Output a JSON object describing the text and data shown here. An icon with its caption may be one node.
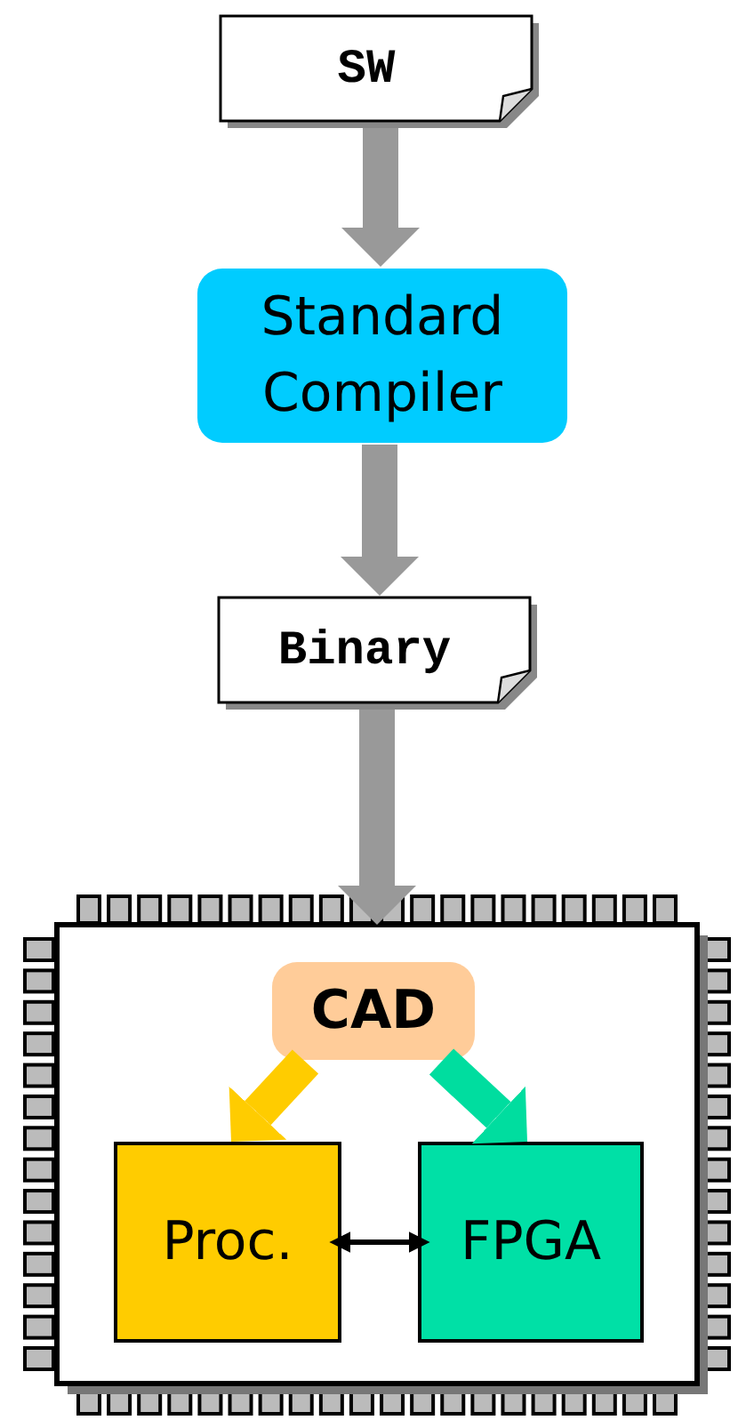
{
  "diagram": {
    "nodes": [
      {
        "text": [
          "SW"
        ]
      },
      {
        "text": [
          "Standard Compiler"
        ]
      },
      {
        "text": [
          "Binary"
        ]
      },
      {
        "text": [],
        "shape": "box"
      },
      {
        "text": [
          "CAD"
        ],
        "in": 3
      },
      {
        "text": [
          "Proc."
        ],
        "in": 3
      },
      {
        "text": [
          "FPGA"
        ],
        "in": 3
      }
    ],
    "edges": [
      {
        "from": 0,
        "to": 1,
        "arrow": "to"
      },
      {
        "from": 1,
        "to": 2,
        "arrow": "to"
      },
      {
        "from": 2,
        "to": 3,
        "arrow": "to"
      },
      {
        "from": 4,
        "to": 5,
        "arrow": "to",
        "color": "#ffcc00"
      },
      {
        "from": 4,
        "to": 6,
        "arrow": "to",
        "color": "#00dd9f"
      },
      {
        "from": 5,
        "to": 6,
        "arrow": "both",
        "color": "#000000"
      }
    ]
  }
}
